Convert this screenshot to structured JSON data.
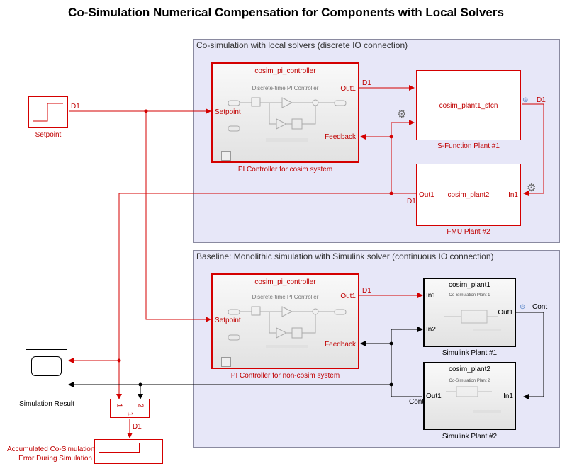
{
  "title": "Co-Simulation Numerical Compensation for Components with Local Solvers",
  "areas": {
    "top": "Co-simulation with local solvers (discrete IO connection)",
    "bottom": "Baseline: Monolithic simulation with Simulink solver (continuous IO connection)"
  },
  "setpoint": {
    "caption": "Setpoint",
    "port": "D1"
  },
  "pi_top": {
    "model": "cosim_pi_controller",
    "inner_title": "Discrete-time PI Controller",
    "in1": "Setpoint",
    "in2": "Feedback",
    "out1": "Out1",
    "caption": "PI Controller for cosim system",
    "out_rate": "D1"
  },
  "plant1_top": {
    "model": "cosim_plant1_sfcn",
    "caption": "S-Function Plant #1",
    "out_rate": "D1"
  },
  "plant2_top": {
    "model": "cosim_plant2",
    "out1": "Out1",
    "in1": "In1",
    "caption": "FMU Plant #2",
    "out_rate": "D1"
  },
  "pi_bot": {
    "model": "cosim_pi_controller",
    "inner_title": "Discrete-time PI Controller",
    "in1": "Setpoint",
    "in2": "Feedback",
    "out1": "Out1",
    "caption": "PI Controller for non-cosim system",
    "out_rate": "D1"
  },
  "plant1_bot": {
    "model": "cosim_plant1",
    "sub": "Co-Simulation Plant 1",
    "in1": "In1",
    "in2": "In2",
    "out1": "Out1",
    "caption": "Simulink Plant #1",
    "out_rate": "Cont"
  },
  "plant2_bot": {
    "model": "cosim_plant2",
    "sub": "Co-Simulation Plant 2",
    "out1": "Out1",
    "in1": "In1",
    "caption": "Simulink Plant #2",
    "out_rate": "Cont"
  },
  "scope": {
    "caption": "Simulation Result"
  },
  "sub_block": {
    "p1": "1",
    "p2": "2",
    "out": "1",
    "out_rate": "D1"
  },
  "display": {
    "caption_line1": "Accumulated Co-Simulation",
    "caption_line2": "Error During Simulation"
  },
  "colors": {
    "signal_discrete": "#d40000",
    "signal_continuous": "#000000",
    "area_fill": "#e7e7f8"
  }
}
